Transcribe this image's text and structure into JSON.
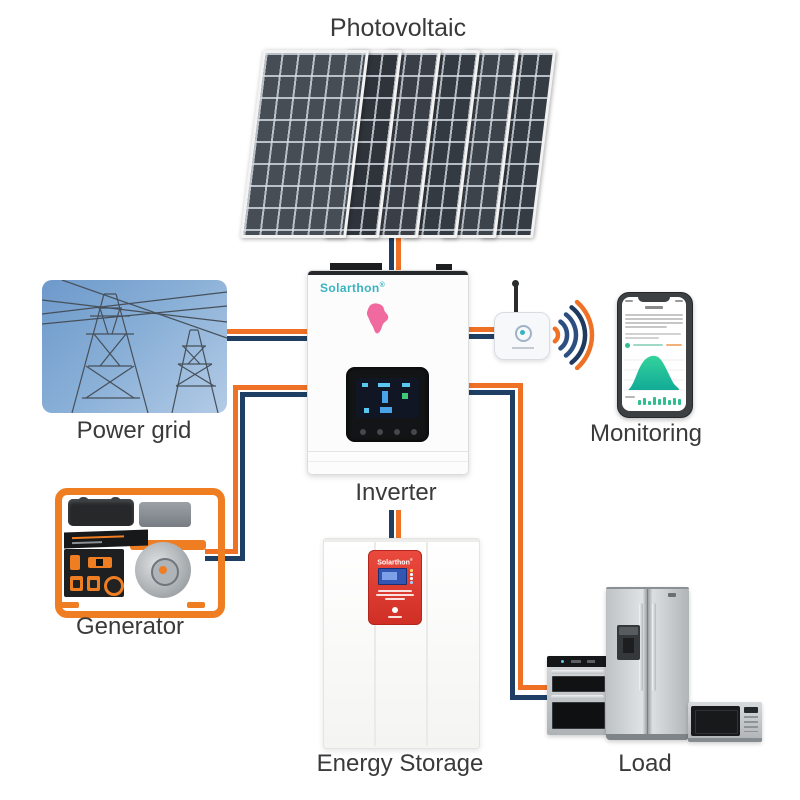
{
  "diagram": {
    "title": "Photovoltaic",
    "nodes": {
      "photovoltaic": {
        "label": "Photovoltaic",
        "panel_count": 6
      },
      "power_grid": {
        "label": "Power grid"
      },
      "generator": {
        "label": "Generator"
      },
      "inverter": {
        "label": "Inverter",
        "brand": "Solarthon",
        "brand_mark": "®"
      },
      "wifi_module": {
        "label": ""
      },
      "monitoring": {
        "label": "Monitoring"
      },
      "energy_storage": {
        "label": "Energy Storage",
        "brand": "Solarthon",
        "brand_mark": "®"
      },
      "load": {
        "label": "Load",
        "appliances": [
          "wall oven",
          "refrigerator",
          "microwave"
        ]
      }
    },
    "connections": [
      {
        "from": "photovoltaic",
        "to": "inverter",
        "type": "wired"
      },
      {
        "from": "power_grid",
        "to": "inverter",
        "type": "wired"
      },
      {
        "from": "generator",
        "to": "inverter",
        "type": "wired"
      },
      {
        "from": "inverter",
        "to": "wifi_module",
        "type": "wired"
      },
      {
        "from": "wifi_module",
        "to": "monitoring",
        "type": "wireless"
      },
      {
        "from": "inverter",
        "to": "energy_storage",
        "type": "wired"
      },
      {
        "from": "inverter",
        "to": "load",
        "type": "wired"
      }
    ],
    "colors": {
      "wire_orange": "#ee7125",
      "wire_navy": "#1f3e63",
      "brand_teal": "#38b3c0",
      "logo_pink": "#f0699f",
      "battery_red": "#e2382e",
      "label_gray": "#3a3a3a"
    }
  }
}
